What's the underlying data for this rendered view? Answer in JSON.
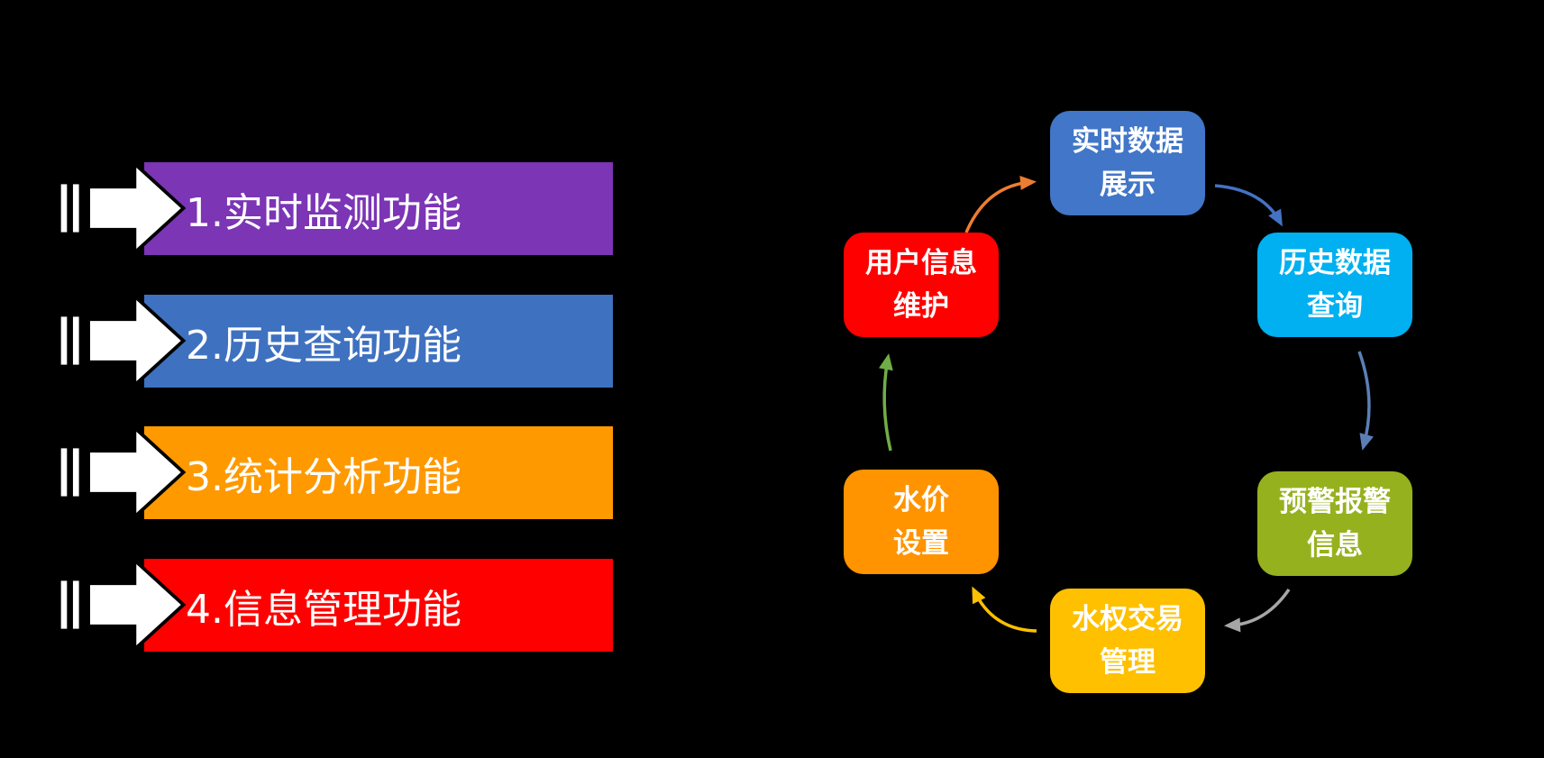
{
  "background": "#000000",
  "banners": {
    "items": [
      {
        "label": "1.实时监测功能",
        "color": "#7B35B5"
      },
      {
        "label": "2.历史查询功能",
        "color": "#3E71C0"
      },
      {
        "label": "3.统计分析功能",
        "color": "#FF9900"
      },
      {
        "label": "4.信息管理功能",
        "color": "#FF0000"
      }
    ],
    "arrow_icon": "right-block-arrow-with-stripes",
    "arrow_color": "#FFFFFF"
  },
  "cycle": {
    "nodes": [
      {
        "line1": "实时数据",
        "line2": "展示",
        "color": "#4176C8"
      },
      {
        "line1": "历史数据",
        "line2": "查询",
        "color": "#00B0F0"
      },
      {
        "line1": "预警报警",
        "line2": "信息",
        "color": "#96B11E"
      },
      {
        "line1": "水权交易",
        "line2": "管理",
        "color": "#FFC000"
      },
      {
        "line1": "水价",
        "line2": "设置",
        "color": "#FF9300"
      },
      {
        "line1": "用户信息",
        "line2": "维护",
        "color": "#FF0000"
      }
    ],
    "arrows": [
      {
        "from": "用户信息维护",
        "to": "实时数据展示",
        "color": "#ED7D31"
      },
      {
        "from": "实时数据展示",
        "to": "历史数据查询",
        "color": "#4472C4"
      },
      {
        "from": "历史数据查询",
        "to": "预警报警信息",
        "color": "#5B7FB5"
      },
      {
        "from": "预警报警信息",
        "to": "水权交易管理",
        "color": "#A6A6A6"
      },
      {
        "from": "水权交易管理",
        "to": "水价设置",
        "color": "#FFC000"
      },
      {
        "from": "水价设置",
        "to": "用户信息维护",
        "color": "#70AD47"
      }
    ]
  }
}
